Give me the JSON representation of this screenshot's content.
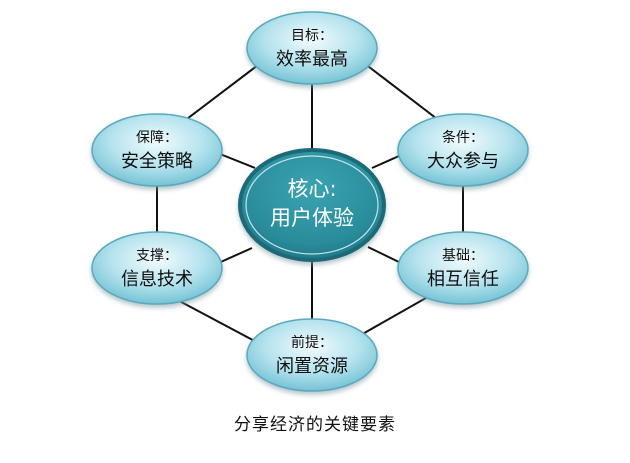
{
  "diagram": {
    "center": {
      "line1": "核心:",
      "line2": "用户体验"
    },
    "nodes": [
      {
        "id": "top",
        "label": "目标：",
        "value": "效率最高"
      },
      {
        "id": "upper-right",
        "label": "条件：",
        "value": "大众参与"
      },
      {
        "id": "lower-right",
        "label": "基础：",
        "value": "相互信任"
      },
      {
        "id": "bottom",
        "label": "前提：",
        "value": "闲置资源"
      },
      {
        "id": "lower-left",
        "label": "支撑：",
        "value": "信息技术"
      },
      {
        "id": "upper-left",
        "label": "保障：",
        "value": "安全策略"
      }
    ],
    "caption": "分享经济的关键要素",
    "colors": {
      "center_fill": "#2a8c9a",
      "center_stroke": "#1c6b78",
      "node_fill_light": "#e6f6fa",
      "node_fill_dark": "#7ccbdd",
      "node_stroke": "#5aa9bd",
      "line": "#111111"
    }
  }
}
